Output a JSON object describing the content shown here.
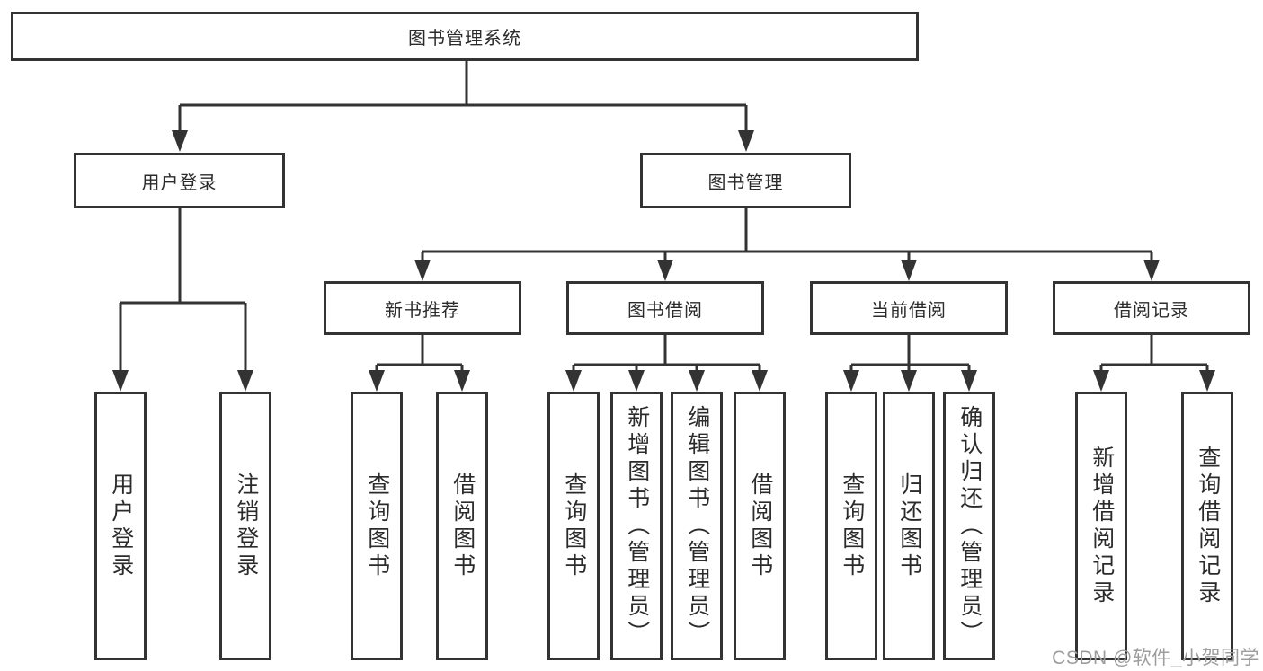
{
  "diagram": {
    "root": {
      "label": "图书管理系统",
      "children": [
        {
          "label": "用户登录",
          "children": [
            {
              "label": "用户登录"
            },
            {
              "label": "注销登录"
            }
          ]
        },
        {
          "label": "图书管理",
          "children": [
            {
              "label": "新书推荐",
              "children": [
                {
                  "label": "查询图书"
                },
                {
                  "label": "借阅图书"
                }
              ]
            },
            {
              "label": "图书借阅",
              "children": [
                {
                  "label": "查询图书"
                },
                {
                  "label": "新增图书（管理员）"
                },
                {
                  "label": "编辑图书（管理员）"
                },
                {
                  "label": "借阅图书"
                }
              ]
            },
            {
              "label": "当前借阅",
              "children": [
                {
                  "label": "查询图书"
                },
                {
                  "label": "归还图书"
                },
                {
                  "label": "确认归还（管理员）"
                }
              ]
            },
            {
              "label": "借阅记录",
              "children": [
                {
                  "label": "新增借阅记录"
                },
                {
                  "label": "查询借阅记录"
                }
              ]
            }
          ]
        }
      ]
    }
  },
  "watermark": {
    "text": "CSDN @软件_小贺同学",
    "color": "#9d9d9d"
  },
  "colors": {
    "line": "#333333",
    "text": "#2b2b2b",
    "background": "#ffffff"
  }
}
